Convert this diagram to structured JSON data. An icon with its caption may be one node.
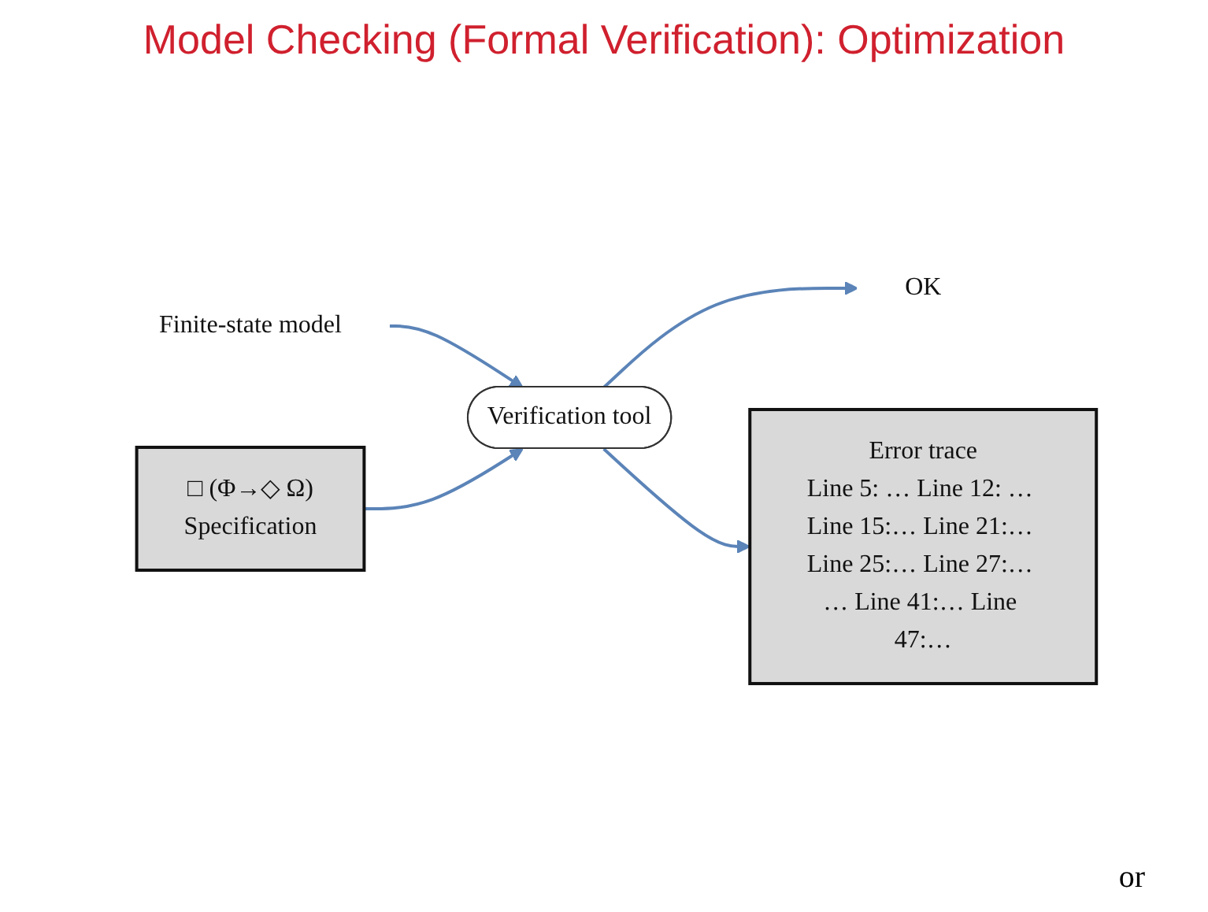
{
  "diagram": {
    "title": "Model Checking (Formal Verification): Optimization",
    "nodes": [
      {
        "text": [
          "Finite-state model"
        ]
      },
      {
        "text": [
          "□ (Φ→◇ Ω)",
          "Specification"
        ]
      },
      {
        "text": [
          "Verification tool"
        ]
      },
      {
        "text": [
          "OK"
        ]
      },
      {
        "text": [
          "Error trace",
          "Line 5: … Line 12: … Line 15:… Line 21:… Line 25:… Line 27:… … Line 41:… Line 47:…"
        ]
      }
    ],
    "edges": [
      {
        "from": 0,
        "to": 2,
        "arrow": "to"
      },
      {
        "from": 1,
        "to": 2,
        "arrow": "to"
      },
      {
        "from": 2,
        "to": 3,
        "arrow": "to"
      },
      {
        "from": 2,
        "to": 4,
        "arrow": "to"
      }
    ],
    "labels": [
      "or"
    ]
  }
}
